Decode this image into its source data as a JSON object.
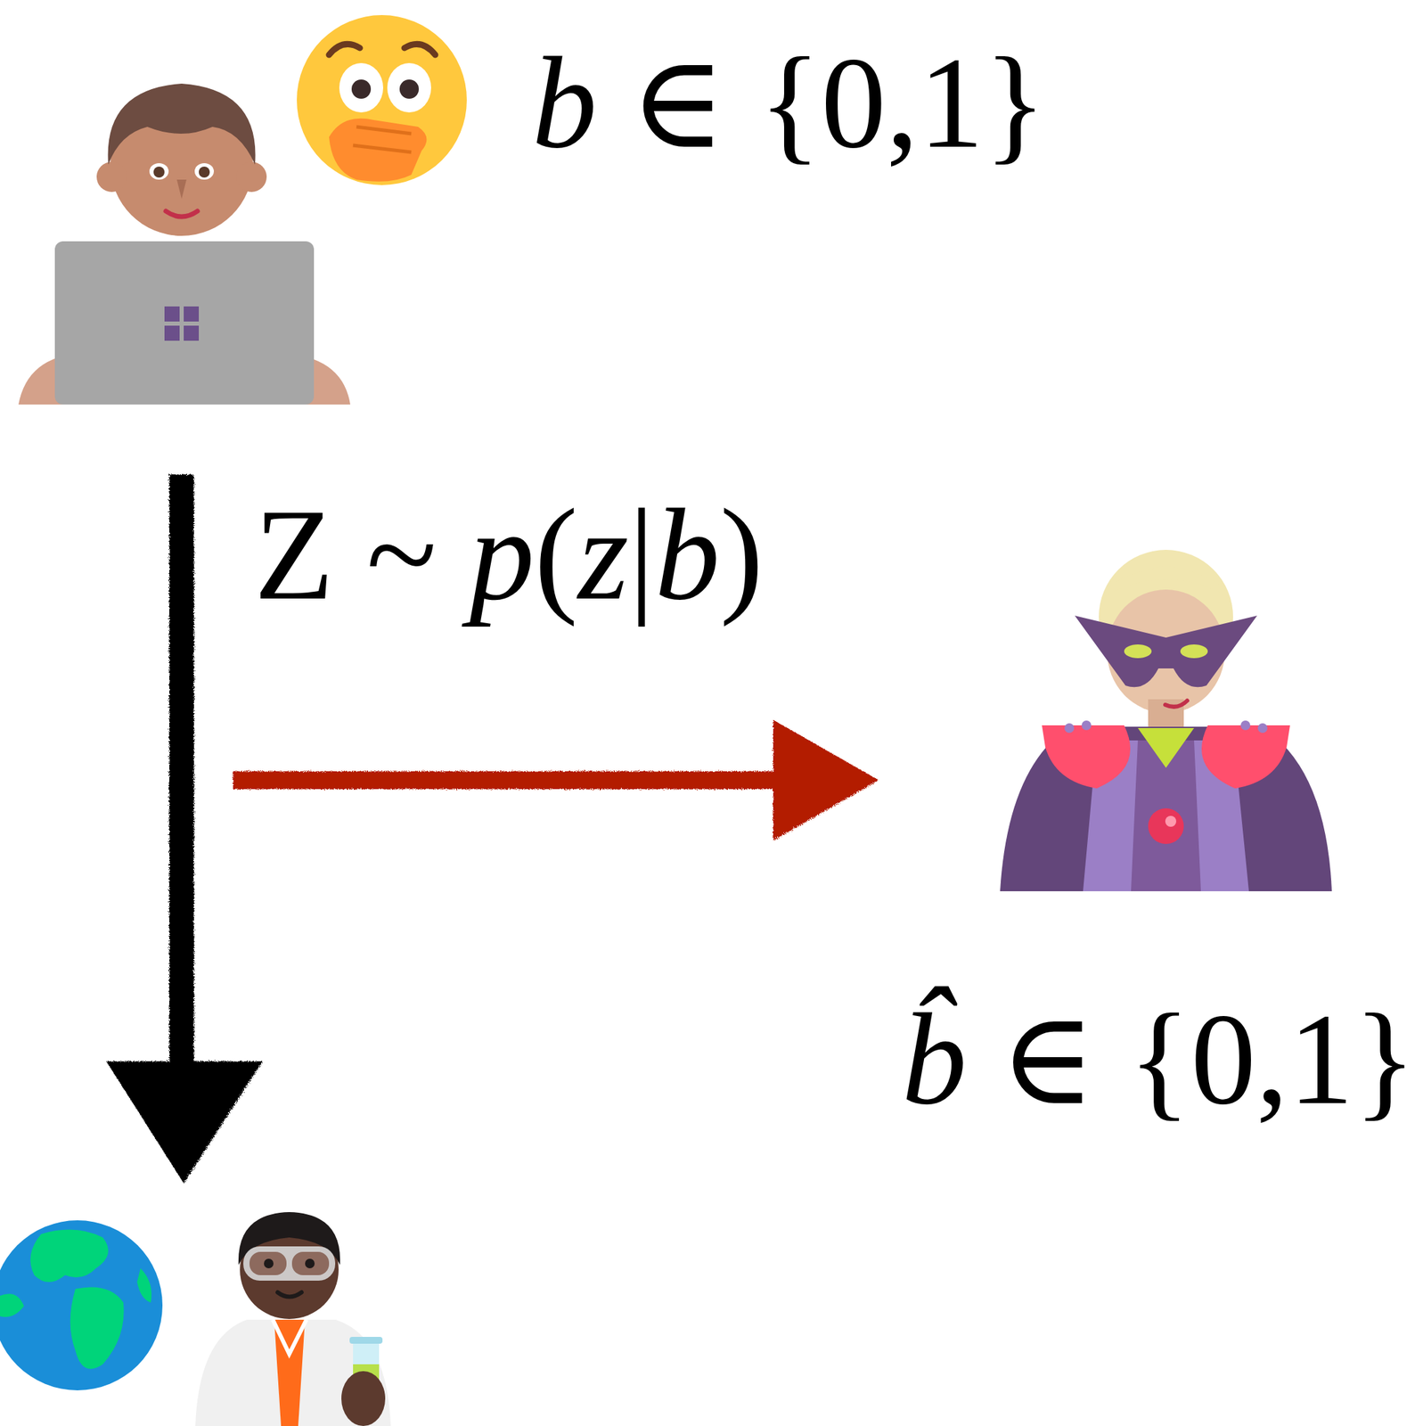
{
  "diagram": {
    "labels": [
      "b ∈ {0,1}",
      "Z ~ p(z|b)",
      "b̂ ∈ {0,1}"
    ]
  }
}
